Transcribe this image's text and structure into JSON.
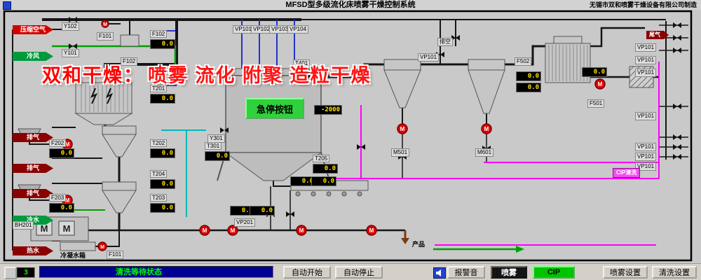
{
  "window": {
    "title": "MFSD型多级流化床喷雾干燥控制系统",
    "manufacturer": "无锡市双和喷雾干燥设备有限公司制造"
  },
  "watermark": {
    "brand": "双和干燥：",
    "slogan": "喷雾 流化 附聚 造粒干燥"
  },
  "estop": {
    "label": "急停按钮"
  },
  "icons": {
    "pump_label": "M"
  },
  "colors": {
    "pipe_black": "#151515",
    "pipe_magenta": "#ff00ff",
    "pipe_green": "#00a000",
    "pipe_cyan": "#00b7b7",
    "pipe_blue": "#2233cc",
    "pump_red": "#e00000",
    "display_bg": "#000000",
    "display_text": "#ffe000",
    "status_bg": "#000090",
    "status_text": "#00ff00",
    "estop_green": "#2fd13c",
    "watermark_red": "#ff0000"
  },
  "sources": [
    {
      "text": "压缩空气",
      "color": "#d40000"
    },
    {
      "text": "冷风",
      "color": "#009a3c"
    },
    {
      "text": "排气",
      "color": "#8b0000"
    },
    {
      "text": "排气",
      "color": "#8b0000"
    },
    {
      "text": "排气",
      "color": "#8b0000"
    },
    {
      "text": "冷水",
      "color": "#009a3c"
    },
    {
      "text": "热水",
      "color": "#8b0000"
    }
  ],
  "tags": [
    {
      "text": "Y102"
    },
    {
      "text": "F101"
    },
    {
      "text": "Y101"
    },
    {
      "text": "F102"
    },
    {
      "text": "VP101"
    },
    {
      "text": "VP102"
    },
    {
      "text": "VP103"
    },
    {
      "text": "VP104"
    },
    {
      "text": "排空"
    },
    {
      "text": "VP101"
    },
    {
      "text": "F502"
    },
    {
      "text": "尾气"
    },
    {
      "text": "VP101"
    },
    {
      "text": "VP101"
    },
    {
      "text": "VP101"
    },
    {
      "text": "VP101"
    },
    {
      "text": "VP101"
    },
    {
      "text": "VP101"
    },
    {
      "text": "VP101"
    },
    {
      "text": "M501"
    },
    {
      "text": "M601"
    },
    {
      "text": "Y301"
    },
    {
      "text": "BH201"
    },
    {
      "text": "冷凝水箱"
    },
    {
      "text": "F101"
    },
    {
      "text": "产品"
    },
    {
      "text": "VP201"
    },
    {
      "text": "F501"
    },
    {
      "text": "CIP清洗"
    }
  ],
  "displays": [
    {
      "label": "F102",
      "value": "0.0"
    },
    {
      "label": "T201",
      "value": "0.0"
    },
    {
      "label": "F202",
      "value": "0.0"
    },
    {
      "label": "T202",
      "value": "0.0"
    },
    {
      "label": "T204",
      "value": "0.0"
    },
    {
      "label": "T203",
      "value": "0.0"
    },
    {
      "label": "F203",
      "value": "0.0"
    },
    {
      "label": "T301",
      "value": "0.0"
    },
    {
      "label": "T401",
      "value": "0.0"
    },
    {
      "label": "",
      "value": "-2000"
    },
    {
      "label": "T205",
      "value": "0.0"
    },
    {
      "label": "",
      "value": "0.0"
    },
    {
      "label": "",
      "value": "0.0"
    },
    {
      "label": "",
      "value": "0.0"
    },
    {
      "label": "",
      "value": "0.0"
    },
    {
      "label": "",
      "value": "0.0"
    },
    {
      "label": "",
      "value": "0.0"
    },
    {
      "label": "",
      "value": "0.0"
    }
  ],
  "statusbar": {
    "counter": "3",
    "status": "清洗等待状态"
  },
  "buttons": {
    "auto_start": "自动开始",
    "auto_stop": "自动停止",
    "alarm": "报警音",
    "spray": "喷雾",
    "cip": "CIP",
    "spray_settings": "喷雾设置",
    "clean_settings": "清洗设置"
  }
}
